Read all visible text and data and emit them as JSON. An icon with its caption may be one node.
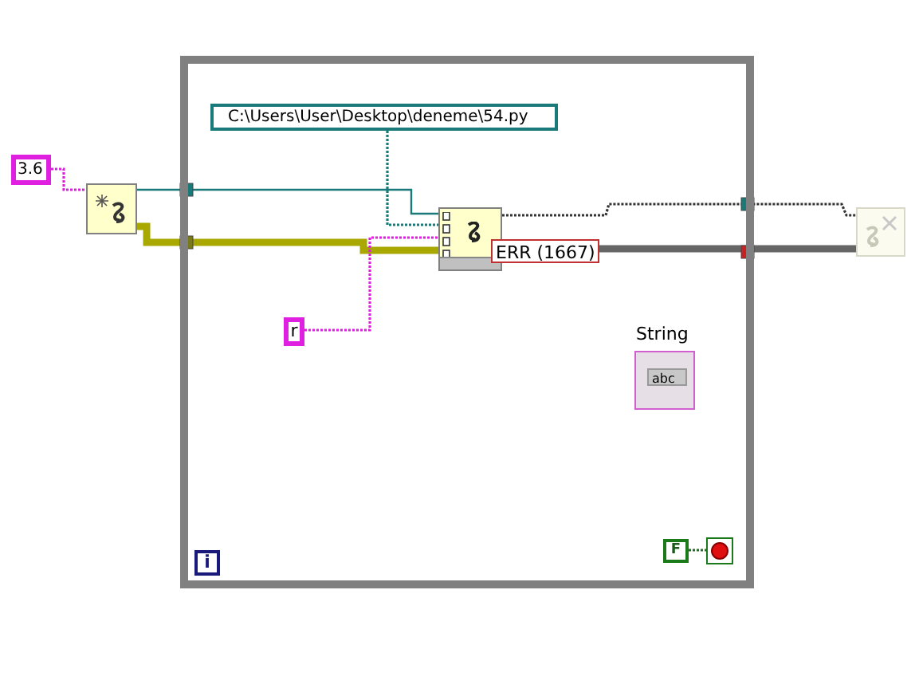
{
  "diagram": {
    "nodes": [
      {
        "text": [],
        "shape": "box"
      },
      {
        "text": [
          "3.6"
        ]
      },
      {
        "text": [],
        "shape": "box"
      },
      {
        "text": [
          "C:\\Users\\User\\Desktop\\deneme\\54.py"
        ],
        "in": 0
      },
      {
        "text": [],
        "shape": "box",
        "in": 0,
        "beside": [
          "ERR (1667)"
        ]
      },
      {
        "text": [
          "r"
        ],
        "in": 0
      },
      {
        "text": [],
        "shape": "box"
      },
      {
        "text": [
          "String",
          "abc"
        ],
        "in": 0
      },
      {
        "text": [
          "F"
        ],
        "in": 0
      },
      {
        "text": [],
        "shape": "circle",
        "in": 0
      },
      {
        "text": [
          "i"
        ],
        "in": 0
      }
    ],
    "edges": [
      {
        "from": 1,
        "to": 2,
        "arrow": "none",
        "style": "dashed",
        "color": "#e020e0"
      },
      {
        "from": 2,
        "to": 4,
        "arrow": "none",
        "color": "#1a7a7a"
      },
      {
        "from": 2,
        "to": 4,
        "arrow": "none",
        "style": "thick",
        "color": "#a8a800"
      },
      {
        "from": 3,
        "to": 4,
        "arrow": "none",
        "style": "dashed",
        "color": "#1a7a7a"
      },
      {
        "from": 5,
        "to": 4,
        "arrow": "none",
        "style": "dashed",
        "color": "#e020e0"
      },
      {
        "from": 4,
        "to": 6,
        "arrow": "none",
        "style": "dashed",
        "color": "#333333"
      },
      {
        "from": 4,
        "to": 6,
        "arrow": "none",
        "style": "thick",
        "color": "#666666"
      },
      {
        "from": 8,
        "to": 9,
        "arrow": "none",
        "style": "dashed",
        "color": "#2a6a2a"
      }
    ]
  }
}
